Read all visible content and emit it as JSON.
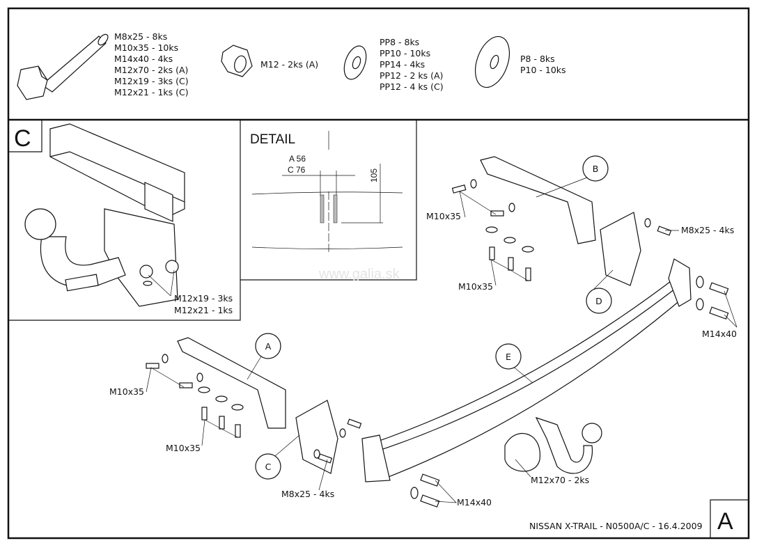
{
  "parts": {
    "bolts": [
      "M8x25 - 8ks",
      "M10x35 - 10ks",
      "M14x40 - 4ks",
      "M12x70 - 2ks (A)",
      "M12x19 - 3ks (C)",
      "M12x21 - 1ks (C)"
    ],
    "nut": "M12 - 2ks (A)",
    "washers_small": [
      "PP8 - 8ks",
      "PP10 - 10ks",
      "PP14 - 4ks",
      "PP12 - 2 ks (A)",
      "PP12 - 4 ks (C)"
    ],
    "washers_large": [
      "P8 - 8ks",
      "P10 - 10ks"
    ]
  },
  "inset_c": {
    "letter": "C",
    "labels": [
      "M12x19 - 3ks",
      "M12x21 - 1ks"
    ]
  },
  "detail": {
    "title": "DETAIL",
    "dim_a": "A 56",
    "dim_c": "C 76",
    "dim_height": "105"
  },
  "watermark": "www.galia.sk",
  "callouts": {
    "A": "A",
    "B": "B",
    "C": "C",
    "D": "D",
    "E": "E"
  },
  "labels": {
    "m10x35_top": "M10x35",
    "m8x25_right": "M8x25 - 4ks",
    "m10x35_mid": "M10x35",
    "m14x40_right": "M14x40",
    "m10x35_left1": "M10x35",
    "m10x35_left2": "M10x35",
    "m8x25_bottom": "M8x25 - 4ks",
    "m14x40_bottom": "M14x40",
    "m12x70": "M12x70 - 2ks"
  },
  "footer": {
    "title": "NISSAN X-TRAIL - N0500A/C - 16.4.2009",
    "sheet_letter": "A"
  }
}
